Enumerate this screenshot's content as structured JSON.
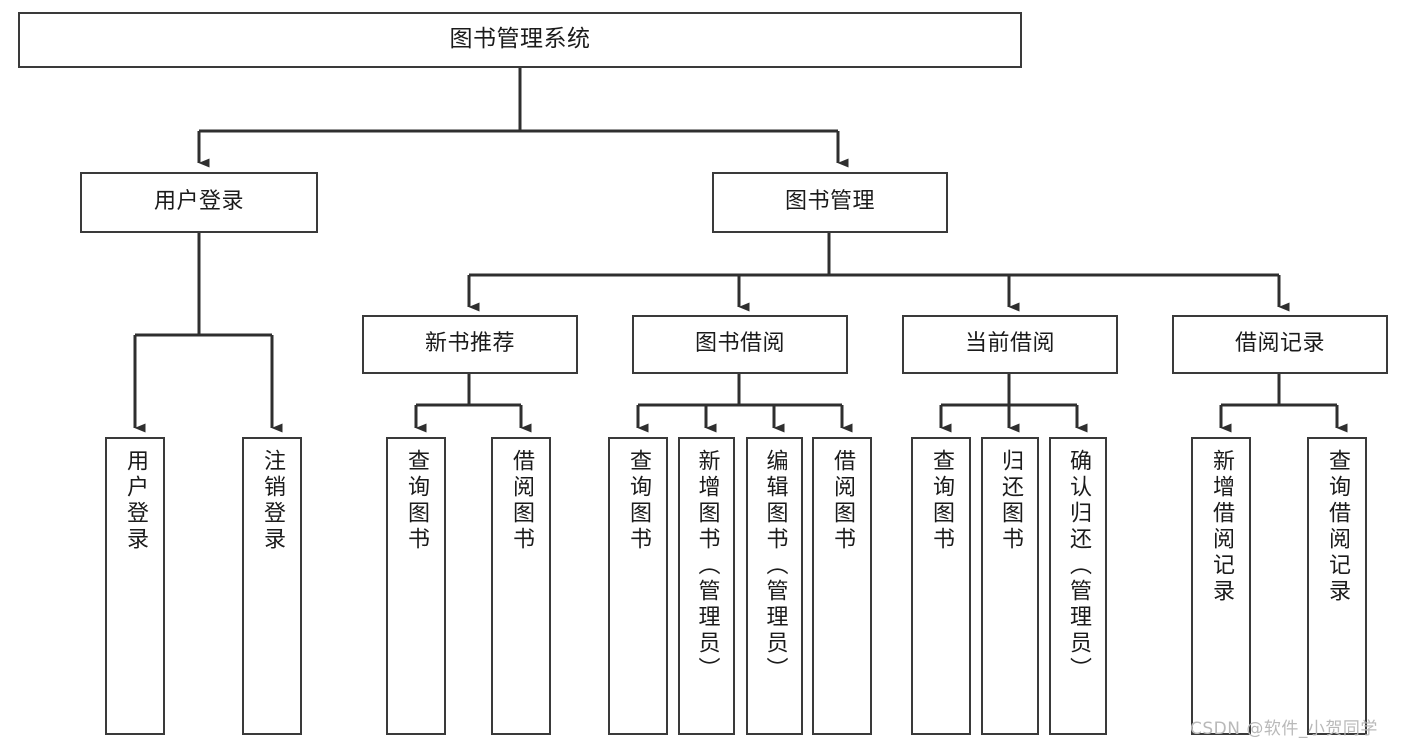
{
  "diagram": {
    "title": "图书管理系统",
    "type": "tree-hierarchy",
    "root": {
      "label": "图书管理系统"
    },
    "level2": [
      {
        "label": "用户登录"
      },
      {
        "label": "图书管理"
      }
    ],
    "level3": [
      {
        "label": "新书推荐"
      },
      {
        "label": "图书借阅"
      },
      {
        "label": "当前借阅"
      },
      {
        "label": "借阅记录"
      }
    ],
    "leaves": [
      {
        "label": "用户登录",
        "parent": "用户登录"
      },
      {
        "label": "注销登录",
        "parent": "用户登录"
      },
      {
        "label": "查询图书",
        "parent": "新书推荐"
      },
      {
        "label": "借阅图书",
        "parent": "新书推荐"
      },
      {
        "label": "查询图书",
        "parent": "图书借阅"
      },
      {
        "label": "新增图书（管理员）",
        "parent": "图书借阅"
      },
      {
        "label": "编辑图书（管理员）",
        "parent": "图书借阅"
      },
      {
        "label": "借阅图书",
        "parent": "图书借阅"
      },
      {
        "label": "查询图书",
        "parent": "当前借阅"
      },
      {
        "label": "归还图书",
        "parent": "当前借阅"
      },
      {
        "label": "确认归还（管理员）",
        "parent": "当前借阅"
      },
      {
        "label": "新增借阅记录",
        "parent": "借阅记录"
      },
      {
        "label": "查询借阅记录",
        "parent": "借阅记录"
      }
    ],
    "watermark": "CSDN @软件_小贺同学",
    "colors": {
      "box_border": "#3a3a3a",
      "box_fill": "#ffffff",
      "edge": "#2f2f2f",
      "text": "#1b1b1b",
      "watermark": "#b9b9b9",
      "background": "#ffffff"
    }
  }
}
